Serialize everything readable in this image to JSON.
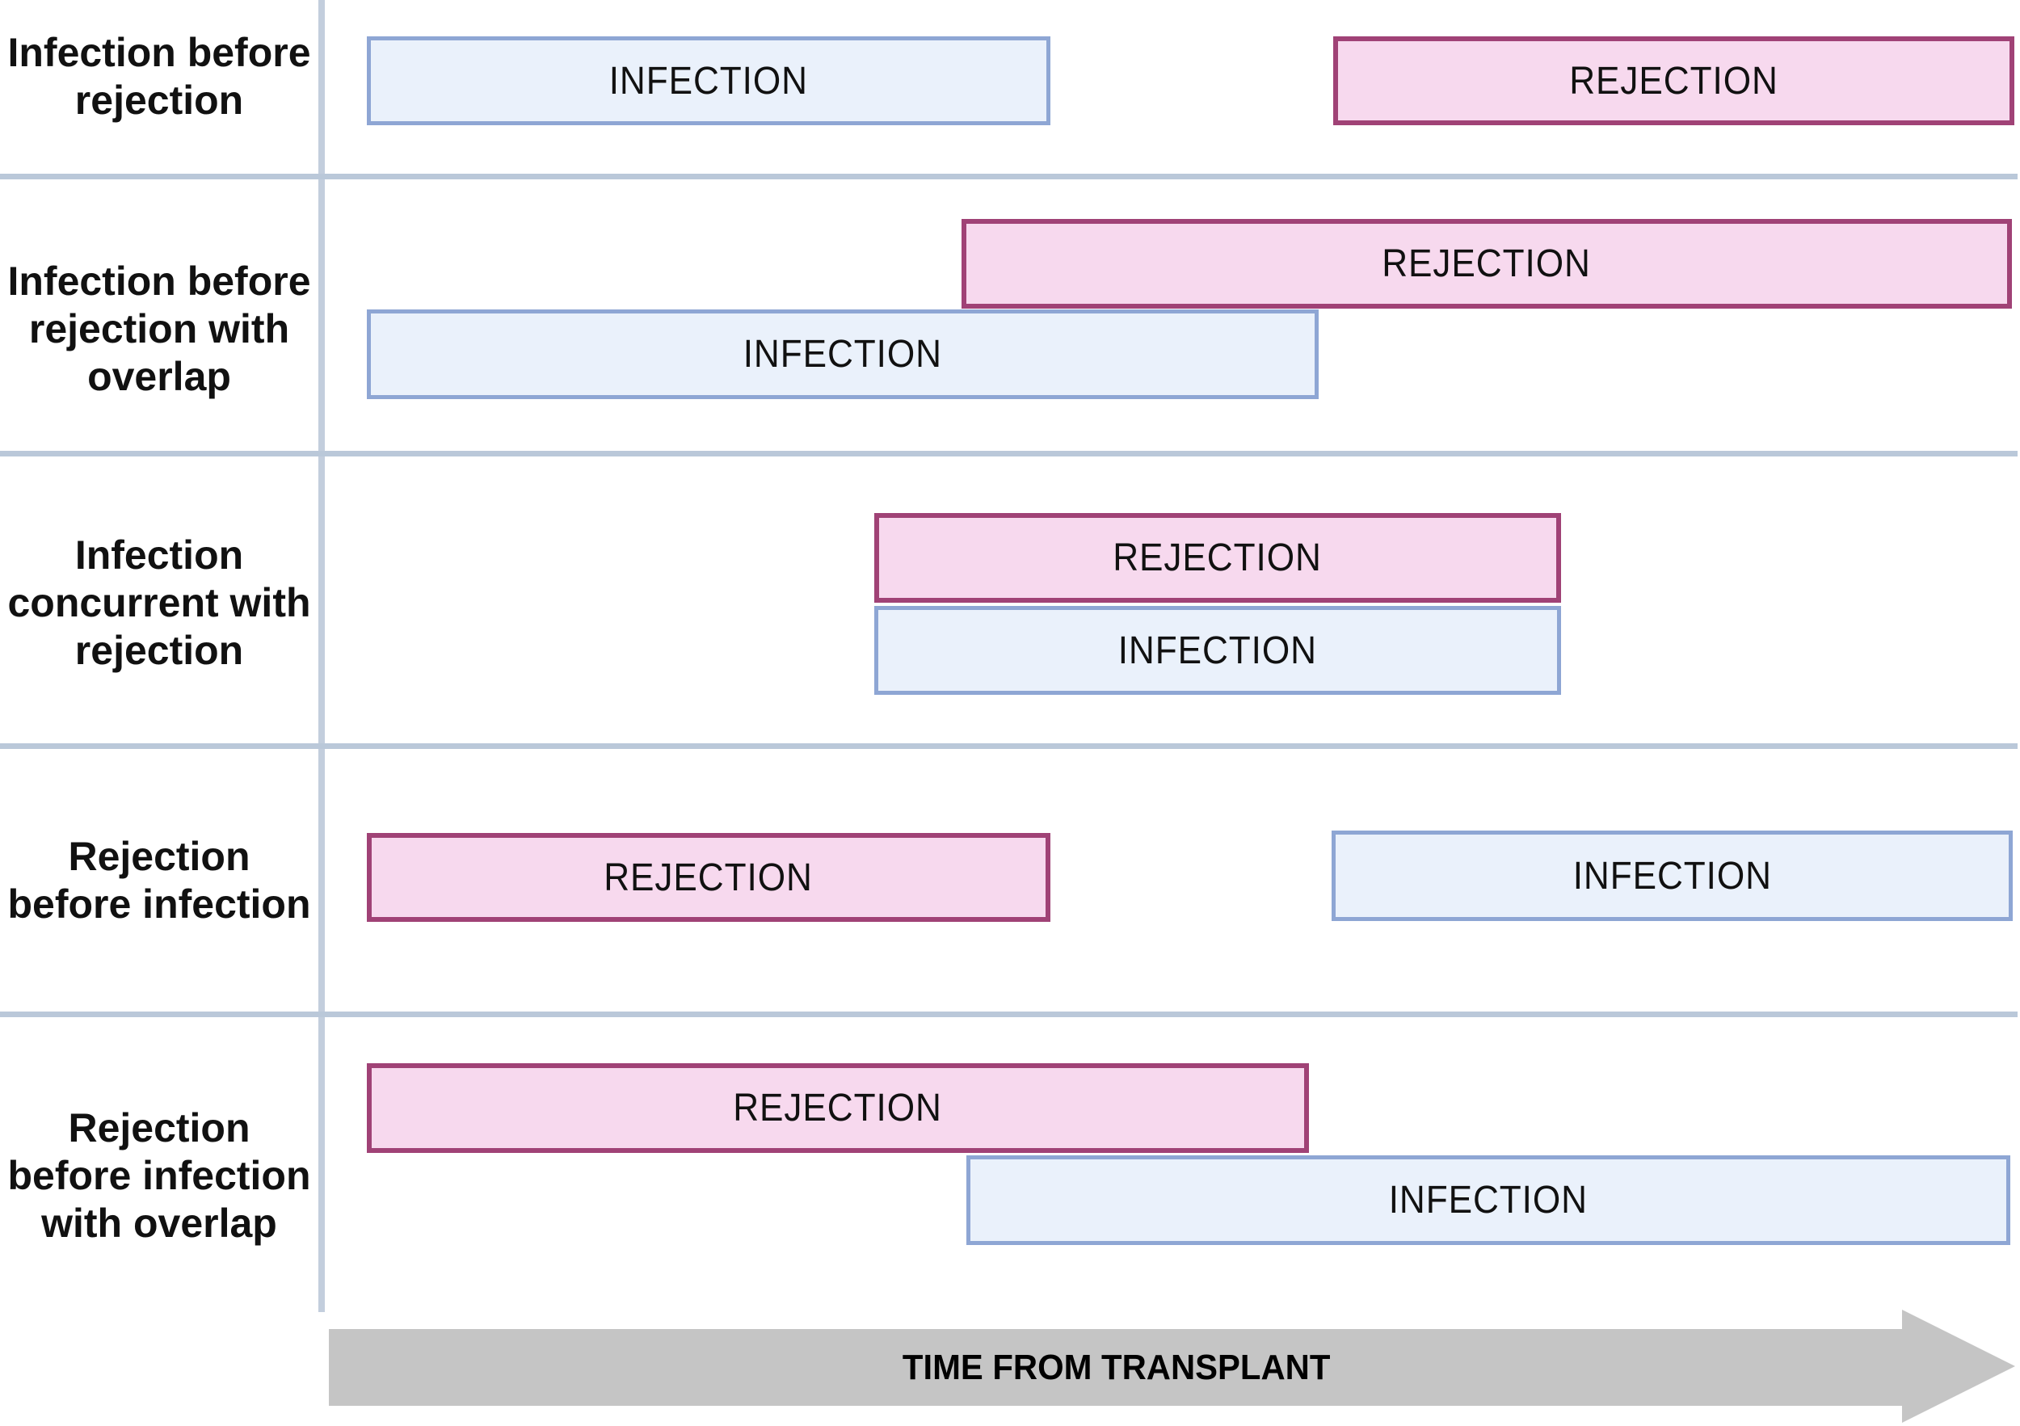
{
  "diagram": {
    "rows": [
      {
        "label": "Infection before rejection",
        "bars": [
          {
            "type": "infection",
            "label": "INFECTION",
            "timeline_start_pct": 2,
            "timeline_end_pct": 43
          },
          {
            "type": "rejection",
            "label": "REJECTION",
            "timeline_start_pct": 60,
            "timeline_end_pct": 100
          }
        ]
      },
      {
        "label": "Infection before rejection with overlap",
        "bars": [
          {
            "type": "rejection",
            "label": "REJECTION",
            "timeline_start_pct": 38,
            "timeline_end_pct": 100
          },
          {
            "type": "infection",
            "label": "INFECTION",
            "timeline_start_pct": 2,
            "timeline_end_pct": 59
          }
        ]
      },
      {
        "label": "Infection concurrent with rejection",
        "bars": [
          {
            "type": "rejection",
            "label": "REJECTION",
            "timeline_start_pct": 32,
            "timeline_end_pct": 73
          },
          {
            "type": "infection",
            "label": "INFECTION",
            "timeline_start_pct": 32,
            "timeline_end_pct": 73
          }
        ]
      },
      {
        "label": "Rejection before infection",
        "bars": [
          {
            "type": "rejection",
            "label": "REJECTION",
            "timeline_start_pct": 2,
            "timeline_end_pct": 43
          },
          {
            "type": "infection",
            "label": "INFECTION",
            "timeline_start_pct": 60,
            "timeline_end_pct": 100
          }
        ]
      },
      {
        "label": "Rejection before infection with overlap",
        "bars": [
          {
            "type": "rejection",
            "label": "REJECTION",
            "timeline_start_pct": 2,
            "timeline_end_pct": 58
          },
          {
            "type": "infection",
            "label": "INFECTION",
            "timeline_start_pct": 38,
            "timeline_end_pct": 100
          }
        ]
      }
    ],
    "axis": {
      "label": "TIME FROM TRANSPLANT"
    },
    "colors": {
      "infection_fill": "#eaf1fb",
      "infection_border": "#8ea6d4",
      "rejection_fill": "#f7d9ee",
      "rejection_border": "#a04276",
      "divider_line": "#bac8d9",
      "axis_line": "#c3cedd",
      "arrow": "#c5c5c5",
      "text": "#111111"
    }
  }
}
